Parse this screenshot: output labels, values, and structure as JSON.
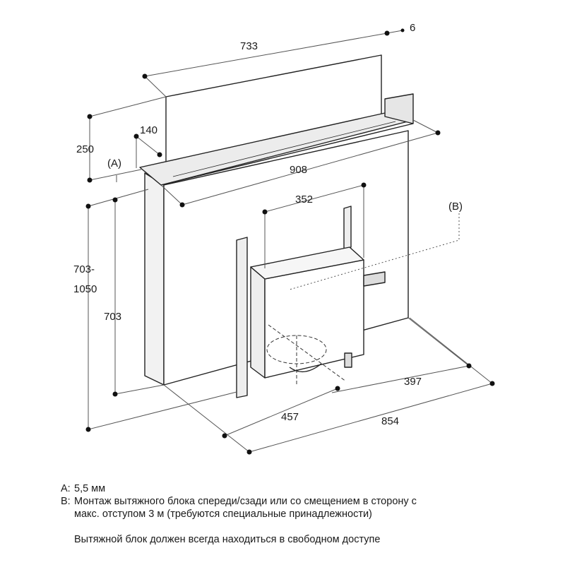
{
  "dimensions": {
    "d733": "733",
    "d6": "6",
    "d250": "250",
    "d140": "140",
    "markA": "(A)",
    "d908": "908",
    "d352": "352",
    "markB": "(B)",
    "d703_1050_a": "703-",
    "d703_1050_b": "1050",
    "d703": "703",
    "d397": "397",
    "d457": "457",
    "d854": "854"
  },
  "notes": {
    "a_key": "A:",
    "a_text": "5,5 мм",
    "b_key": "B:",
    "b_line1": "Монтаж вытяжного блока спереди/сзади или со смещением в сторону с",
    "b_line2": "макс. отступом 3 м (требуются специальные принадлежности)",
    "footer": "Вытяжной блок должен всегда находиться в свободном доступе"
  }
}
